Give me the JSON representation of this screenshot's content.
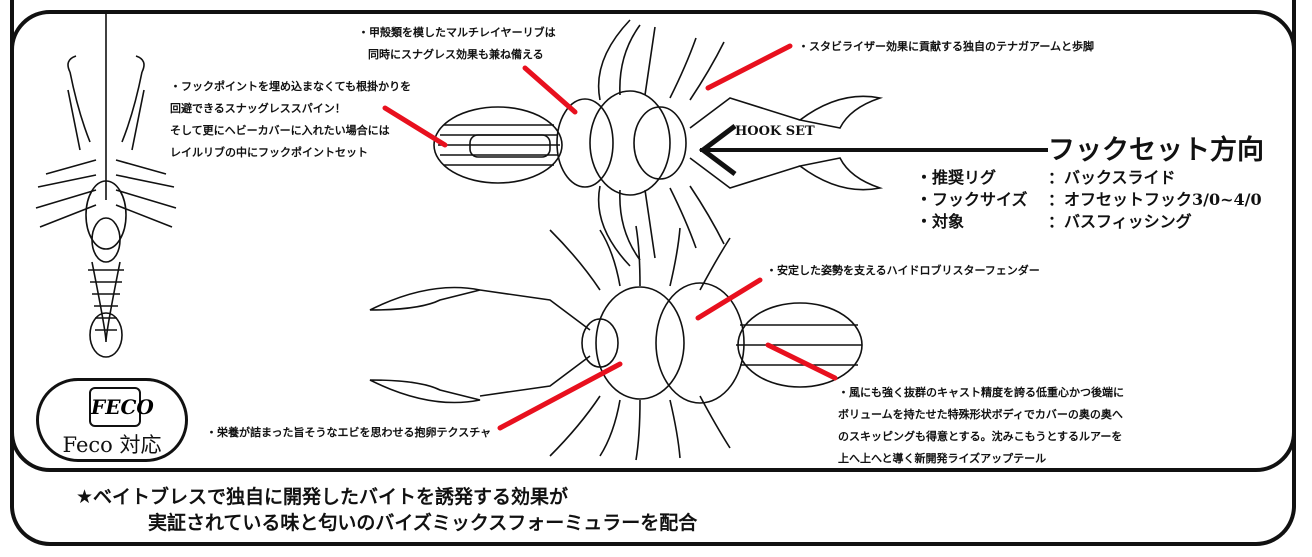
{
  "callouts": {
    "top_center": [
      "・甲殻類を模したマルチレイヤーリブは",
      "同時にスナグレス効果も兼ね備える"
    ],
    "top_right": [
      "・スタビライザー効果に貢献する独自のテナガアームと歩脚"
    ],
    "left_middle": [
      "・フックポイントを埋め込まなくても根掛かりを",
      "回避できるスナッグレススパイン！",
      "そして更にヘビーカバーに入れたい場合には",
      "レイルリブの中にフックポイントセット"
    ],
    "middle_right": [
      "・安定した姿勢を支えるハイドロブリスターフェンダー"
    ],
    "bottom_left": [
      "・栄養が詰まった旨そうなエビを思わせる抱卵テクスチャ"
    ],
    "bottom_right": [
      "・風にも強く抜群のキャスト精度を誇る低重心かつ後端に",
      "ボリュームを持たせた特殊形状ボディでカバーの奥の奥へ",
      "のスキッピングも得意とする。沈みこもうとするルアーを",
      "上へ上へと導く新開発ライズアップテール"
    ]
  },
  "hook": {
    "arrow_label": "HOOK SET",
    "direction_title": "フックセット方向"
  },
  "specs": [
    {
      "label": "・推奨リグ",
      "value": "：バックスライド"
    },
    {
      "label": "・フックサイズ",
      "value": "：オフセットフック3/0~4/0"
    },
    {
      "label": "・対象",
      "value": "：バスフィッシング"
    }
  ],
  "badge": {
    "logo": "FECO",
    "text": "Feco 対応"
  },
  "footer": {
    "line1": "★ベイトブレスで独自に開発したバイトを誘発する効果が",
    "line2": "実証されている味と匂いのバイズミックスフォーミュラーを配合"
  },
  "colors": {
    "callout_line": "#e8101e",
    "ink": "#111111"
  }
}
